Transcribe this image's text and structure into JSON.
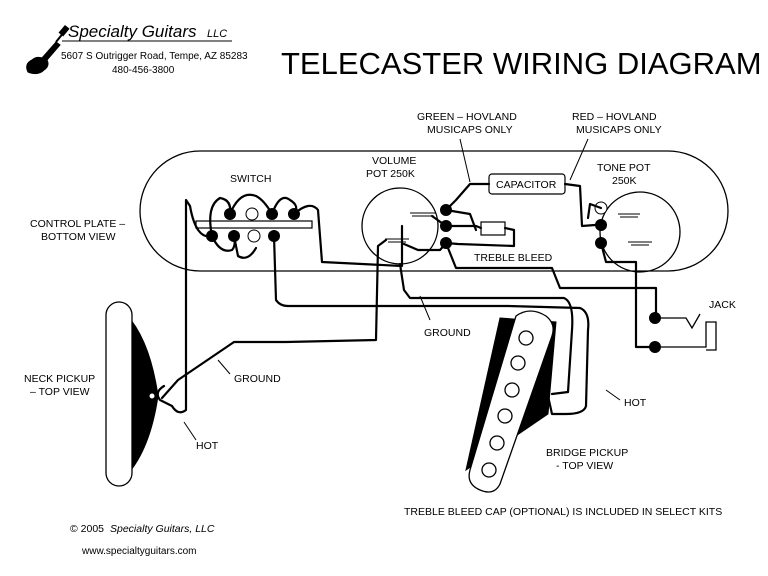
{
  "header": {
    "company": "Specialty Guitars",
    "company_suffix": "LLC",
    "address": "5607 S Outrigger Road, Tempe, AZ 85283",
    "phone": "480-456-3800",
    "title": "TELECASTER WIRING DIAGRAM"
  },
  "labels": {
    "control_plate_1": "CONTROL PLATE –",
    "control_plate_2": "BOTTOM VIEW",
    "switch": "SWITCH",
    "volume_1": "VOLUME",
    "volume_2": "POT 250K",
    "green_1": "GREEN – HOVLAND",
    "green_2": "MUSICAPS ONLY",
    "red_1": "RED – HOVLAND",
    "red_2": "MUSICAPS ONLY",
    "capacitor": "CAPACITOR",
    "tone_1": "TONE POT",
    "tone_2": "250K",
    "treble_bleed": "TREBLE BLEED",
    "jack": "JACK",
    "ground_upper": "GROUND",
    "ground_lower": "GROUND",
    "neck_1": "NECK PICKUP",
    "neck_2": "– TOP VIEW",
    "hot_neck": "HOT",
    "hot_bridge": "HOT",
    "bridge_1": "BRIDGE PICKUP",
    "bridge_2": "- TOP VIEW",
    "footnote": "TREBLE BLEED CAP (OPTIONAL) IS INCLUDED IN SELECT KITS",
    "copyright_prefix": "© 2005",
    "copyright_name": "Specialty Guitars, LLC",
    "website": "www.specialtyguitars.com"
  }
}
